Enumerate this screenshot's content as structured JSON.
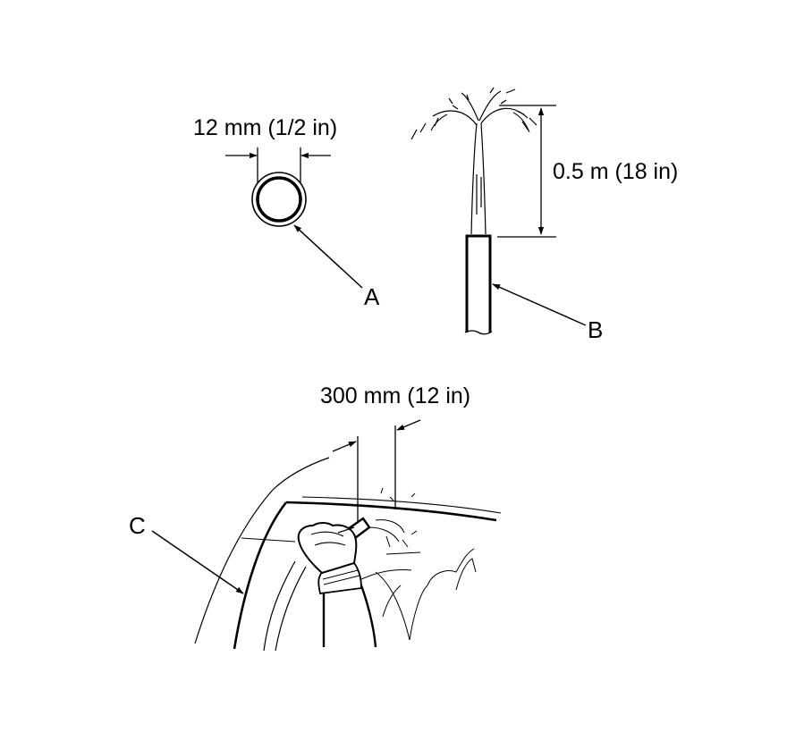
{
  "labels": {
    "hose_diameter": "12 mm (1/2 in)",
    "spray_height": "0.5 m (18 in)",
    "spray_distance": "300 mm (12 in)",
    "callout_a": "A",
    "callout_b": "B",
    "callout_c": "C"
  },
  "colors": {
    "ink": "#000000",
    "background": "#ffffff"
  }
}
